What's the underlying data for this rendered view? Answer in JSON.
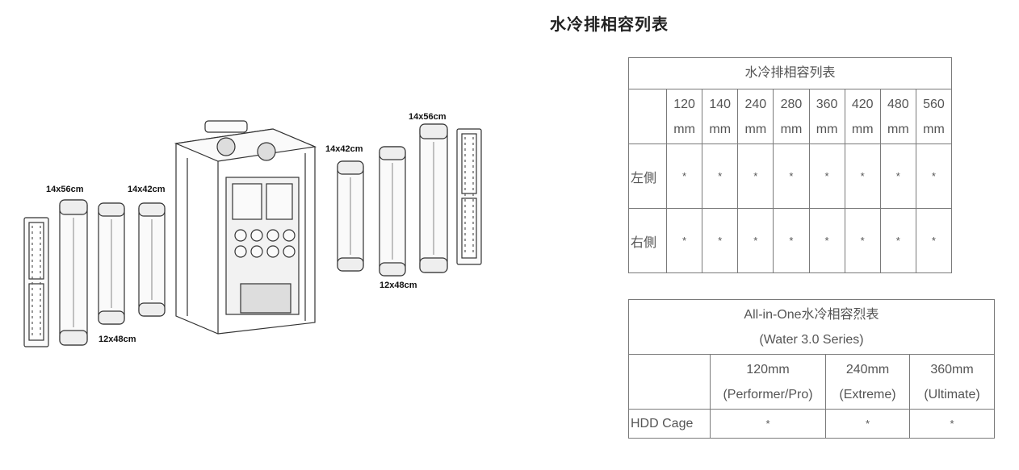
{
  "page": {
    "title": "水冷排相容列表"
  },
  "diagram": {
    "labels": {
      "left_outer_top": "14x56cm",
      "left_inner_top": "14x42cm",
      "left_bottom": "12x48cm",
      "right_inner_top": "14x42cm",
      "right_outer_top": "14x56cm",
      "right_bottom": "12x48cm"
    }
  },
  "radiator_table": {
    "caption": "水冷排相容列表",
    "columns": [
      {
        "size": "120",
        "unit": "mm"
      },
      {
        "size": "140",
        "unit": "mm"
      },
      {
        "size": "240",
        "unit": "mm"
      },
      {
        "size": "280",
        "unit": "mm"
      },
      {
        "size": "360",
        "unit": "mm"
      },
      {
        "size": "420",
        "unit": "mm"
      },
      {
        "size": "480",
        "unit": "mm"
      },
      {
        "size": "560",
        "unit": "mm"
      }
    ],
    "rows": [
      {
        "label": "左側",
        "cells": [
          "*",
          "*",
          "*",
          "*",
          "*",
          "*",
          "*",
          "*"
        ]
      },
      {
        "label": "右側",
        "cells": [
          "*",
          "*",
          "*",
          "*",
          "*",
          "*",
          "*",
          "*"
        ]
      }
    ]
  },
  "aio_table": {
    "caption_line1": "All-in-One水冷相容烈表",
    "caption_line2": "(Water 3.0 Series)",
    "columns": [
      {
        "size": "120mm",
        "series": "(Performer/Pro)"
      },
      {
        "size": "240mm",
        "series": "(Extreme)"
      },
      {
        "size": "360mm",
        "series": "(Ultimate)"
      }
    ],
    "rows": [
      {
        "label": "HDD Cage",
        "cells": [
          "*",
          "*",
          "*"
        ]
      }
    ]
  }
}
